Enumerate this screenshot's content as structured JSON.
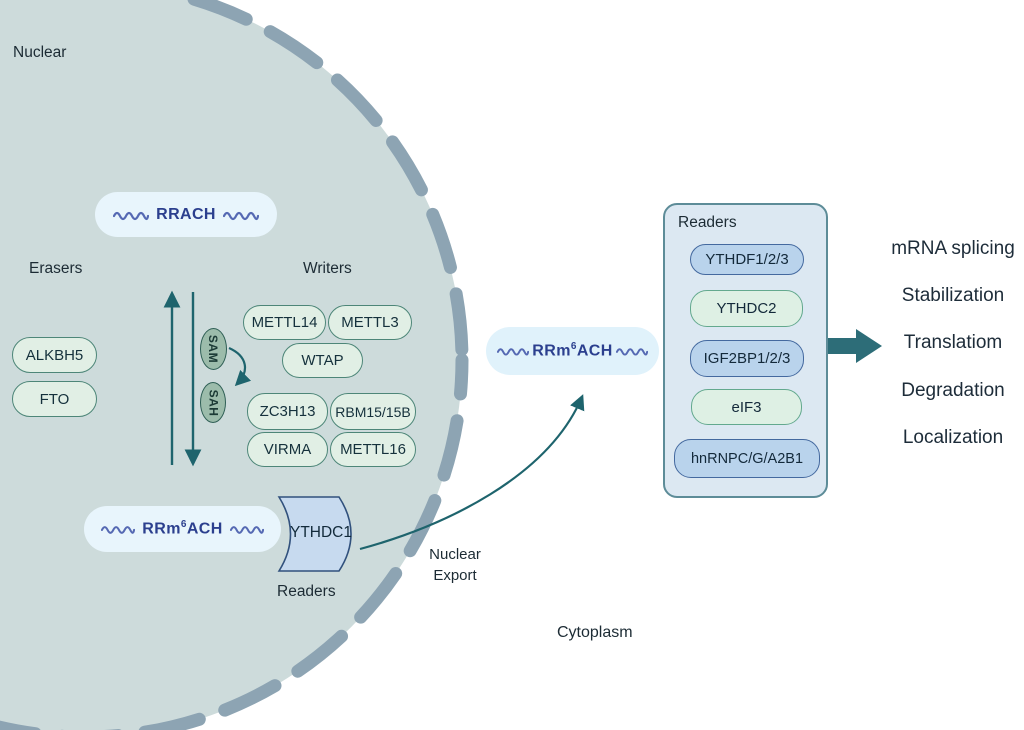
{
  "labels": {
    "nuclear": "Nuclear",
    "cytoplasm": "Cytoplasm",
    "erasers_title": "Erasers",
    "writers_title": "Writers",
    "readers_nuclear": "Readers",
    "nuclear_export_line1": "Nuclear",
    "nuclear_export_line2": "Export"
  },
  "rna_sites": {
    "rrach": "RRACH",
    "m6a_prefix": "RRm",
    "m6a_sup": "6",
    "m6a_suffix": "ACH"
  },
  "erasers": [
    "ALKBH5",
    "FTO"
  ],
  "writers": [
    "METTL14",
    "METTL3",
    "WTAP",
    "ZC3H13",
    "RBM15/15B",
    "VIRMA",
    "METTL16"
  ],
  "cofactors": {
    "sam": "SAM",
    "sah": "SAH"
  },
  "nuclear_reader": "YTHDC1",
  "readers_panel": {
    "title": "Readers",
    "items": [
      {
        "label": "YTHDF1/2/3",
        "variant": "blue"
      },
      {
        "label": "YTHDC2",
        "variant": "green"
      },
      {
        "label": "IGF2BP1/2/3",
        "variant": "blue"
      },
      {
        "label": "eIF3",
        "variant": "green"
      },
      {
        "label": "hnRNPC/G/A2B1",
        "variant": "blue"
      }
    ]
  },
  "outcomes": [
    "mRNA splicing",
    "Stabilization",
    "Translatiom",
    "Degradation",
    "Localization"
  ],
  "colors": {
    "nucleus_fill": "#cddbdb",
    "membrane_dash": "#8da4b3",
    "arrow_teal": "#1e646d",
    "rna_pill_fill": "#e8f5fc",
    "rna_text_blue": "#2b3f8e",
    "writer_pill_fill": "#e1efe5",
    "writer_pill_border": "#4d8678",
    "cofactor_fill": "#9cbcab",
    "reader_blue_fill": "#b9d3ec",
    "reader_green_fill": "#def0e4",
    "panel_fill": "#dce8f2",
    "panel_border": "#5d8c98",
    "ythdc1_fill": "#c7daef",
    "outcome_arrow": "#2d6d78"
  }
}
